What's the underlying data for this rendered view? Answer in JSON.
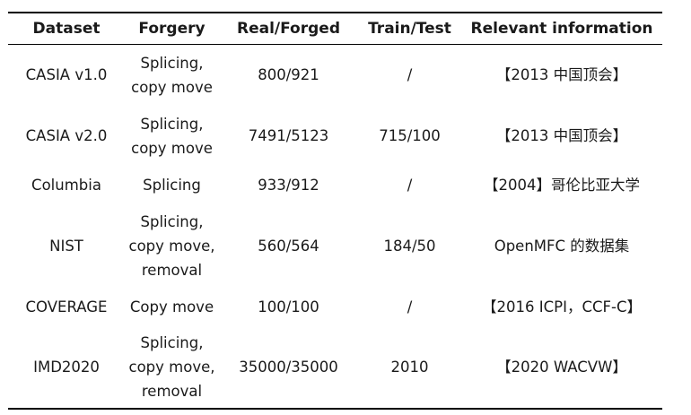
{
  "table": {
    "headers": [
      "Dataset",
      "Forgery",
      "Real/Forged",
      "Train/Test",
      "Relevant information"
    ],
    "rows": [
      {
        "dataset": "CASIA v1.0",
        "forgery": [
          "Splicing,",
          "copy move"
        ],
        "real_forged": "800/921",
        "train_test": "/",
        "info": "【2013 中国顶会】"
      },
      {
        "dataset": "CASIA v2.0",
        "forgery": [
          "Splicing,",
          "copy move"
        ],
        "real_forged": "7491/5123",
        "train_test": "715/100",
        "info": "【2013 中国顶会】"
      },
      {
        "dataset": "Columbia",
        "forgery": [
          "Splicing"
        ],
        "real_forged": "933/912",
        "train_test": "/",
        "info": "【2004】哥伦比亚大学"
      },
      {
        "dataset": "NIST",
        "forgery": [
          "Splicing,",
          "copy move,",
          "removal"
        ],
        "real_forged": "560/564",
        "train_test": "184/50",
        "info": "OpenMFC 的数据集"
      },
      {
        "dataset": "COVERAGE",
        "forgery": [
          "Copy move"
        ],
        "real_forged": "100/100",
        "train_test": "/",
        "info": "【2016 ICPI，CCF-C】"
      },
      {
        "dataset": "IMD2020",
        "forgery": [
          "Splicing,",
          "copy move,",
          "removal"
        ],
        "real_forged": "35000/35000",
        "train_test": "2010",
        "info": "【2020 WACVW】"
      }
    ]
  }
}
